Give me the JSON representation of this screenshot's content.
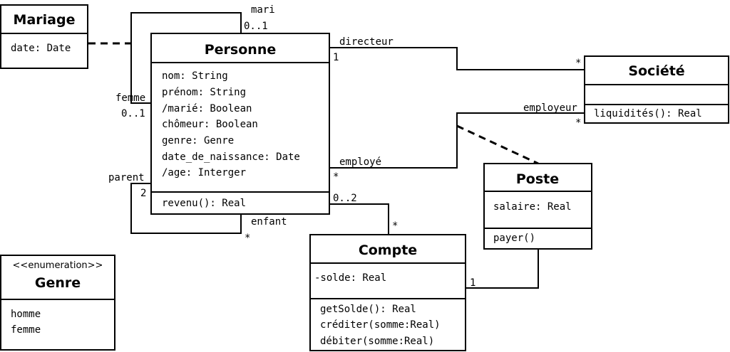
{
  "classes": {
    "mariage": {
      "name": "Mariage",
      "attributes": [
        "date: Date"
      ]
    },
    "personne": {
      "name": "Personne",
      "attributes": [
        "nom: String",
        "prénom: String",
        "/marié: Boolean",
        "chômeur: Boolean",
        "genre: Genre",
        "date_de_naissance: Date",
        "/age: Interger"
      ],
      "operations": [
        "revenu(): Real"
      ]
    },
    "societe": {
      "name": "Société",
      "operations": [
        "liquidités(): Real"
      ]
    },
    "poste": {
      "name": "Poste",
      "attributes": [
        "salaire: Real"
      ],
      "operations": [
        "payer()"
      ]
    },
    "compte": {
      "name": "Compte",
      "attributes": [
        "-solde: Real"
      ],
      "operations": [
        "getSolde(): Real",
        "créditer(somme:Real)",
        "débiter(somme:Real)"
      ]
    },
    "genre": {
      "stereotype": "<<enumeration>>",
      "name": "Genre",
      "literals": [
        "homme",
        "femme"
      ]
    }
  },
  "labels": {
    "mari": "mari",
    "mari_mult": "0..1",
    "femme": "femme",
    "femme_mult": "0..1",
    "directeur": "directeur",
    "directeur_mult": "1",
    "dir_societe_mult": "*",
    "employeur": "employeur",
    "employeur_mult": "*",
    "employe": "employé",
    "employe_mult": "*",
    "parent": "parent",
    "parent_mult": "2",
    "enfant": "enfant",
    "enfant_mult": "*",
    "compte_personne_mult": "0..2",
    "compte_mult": "*",
    "compte_poste_mult": "1"
  }
}
